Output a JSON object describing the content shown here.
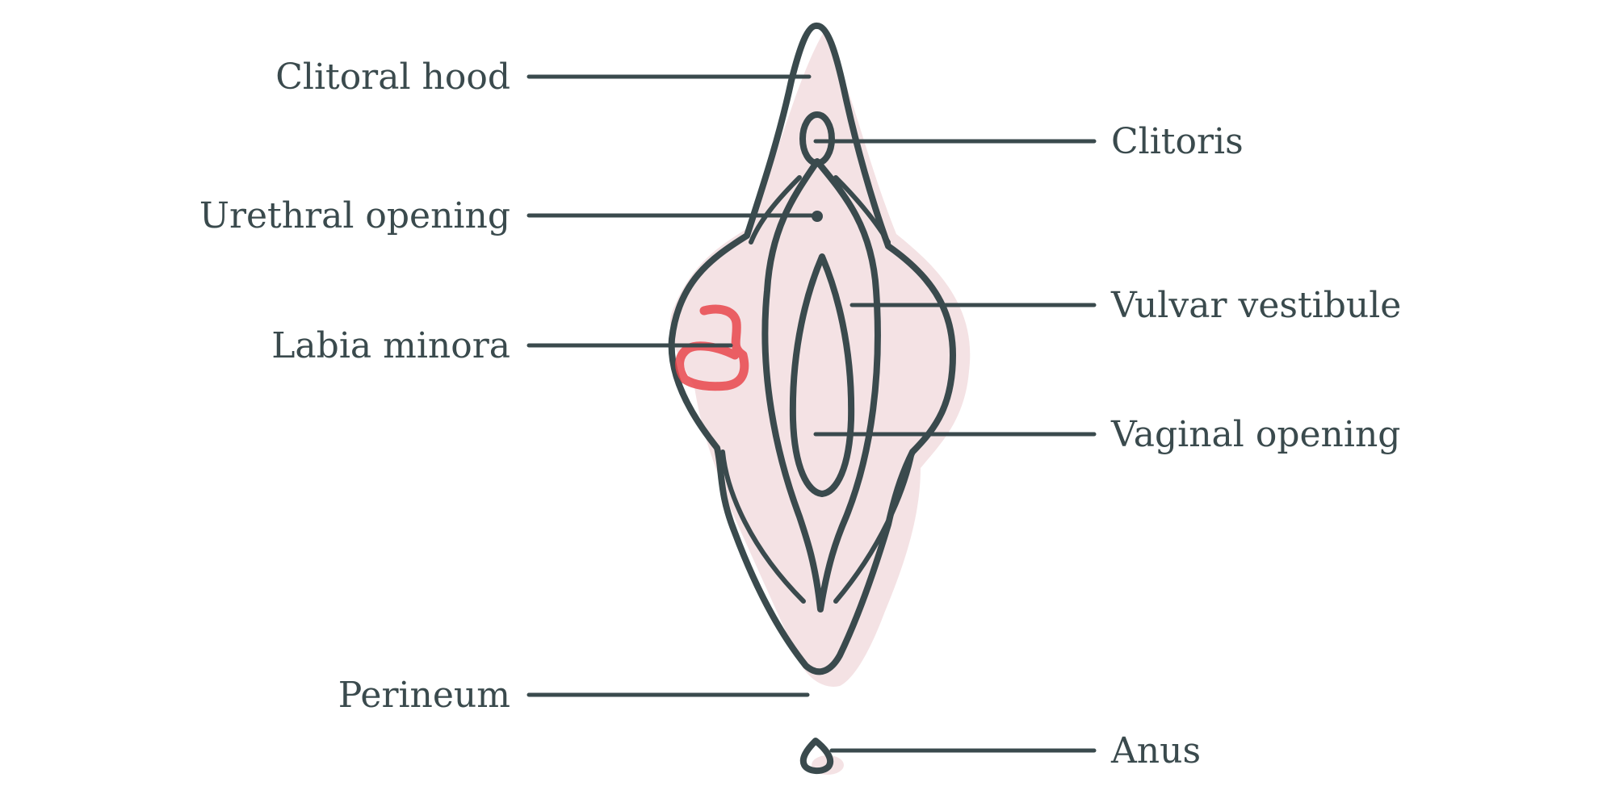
{
  "diagram": {
    "labels_left": [
      {
        "id": "clitoral-hood",
        "text": "Clitoral hood"
      },
      {
        "id": "urethral-opening",
        "text": "Urethral opening"
      },
      {
        "id": "labia-minora",
        "text": "Labia minora"
      },
      {
        "id": "perineum",
        "text": "Perineum"
      }
    ],
    "labels_right": [
      {
        "id": "clitoris",
        "text": "Clitoris"
      },
      {
        "id": "vulvar-vestibule",
        "text": "Vulvar vestibule"
      },
      {
        "id": "vaginal-opening",
        "text": "Vaginal opening"
      },
      {
        "id": "anus",
        "text": "Anus"
      }
    ],
    "colors": {
      "outline": "#3a4a4d",
      "fill": "#f4e2e4",
      "marker": "#e8474c"
    }
  }
}
